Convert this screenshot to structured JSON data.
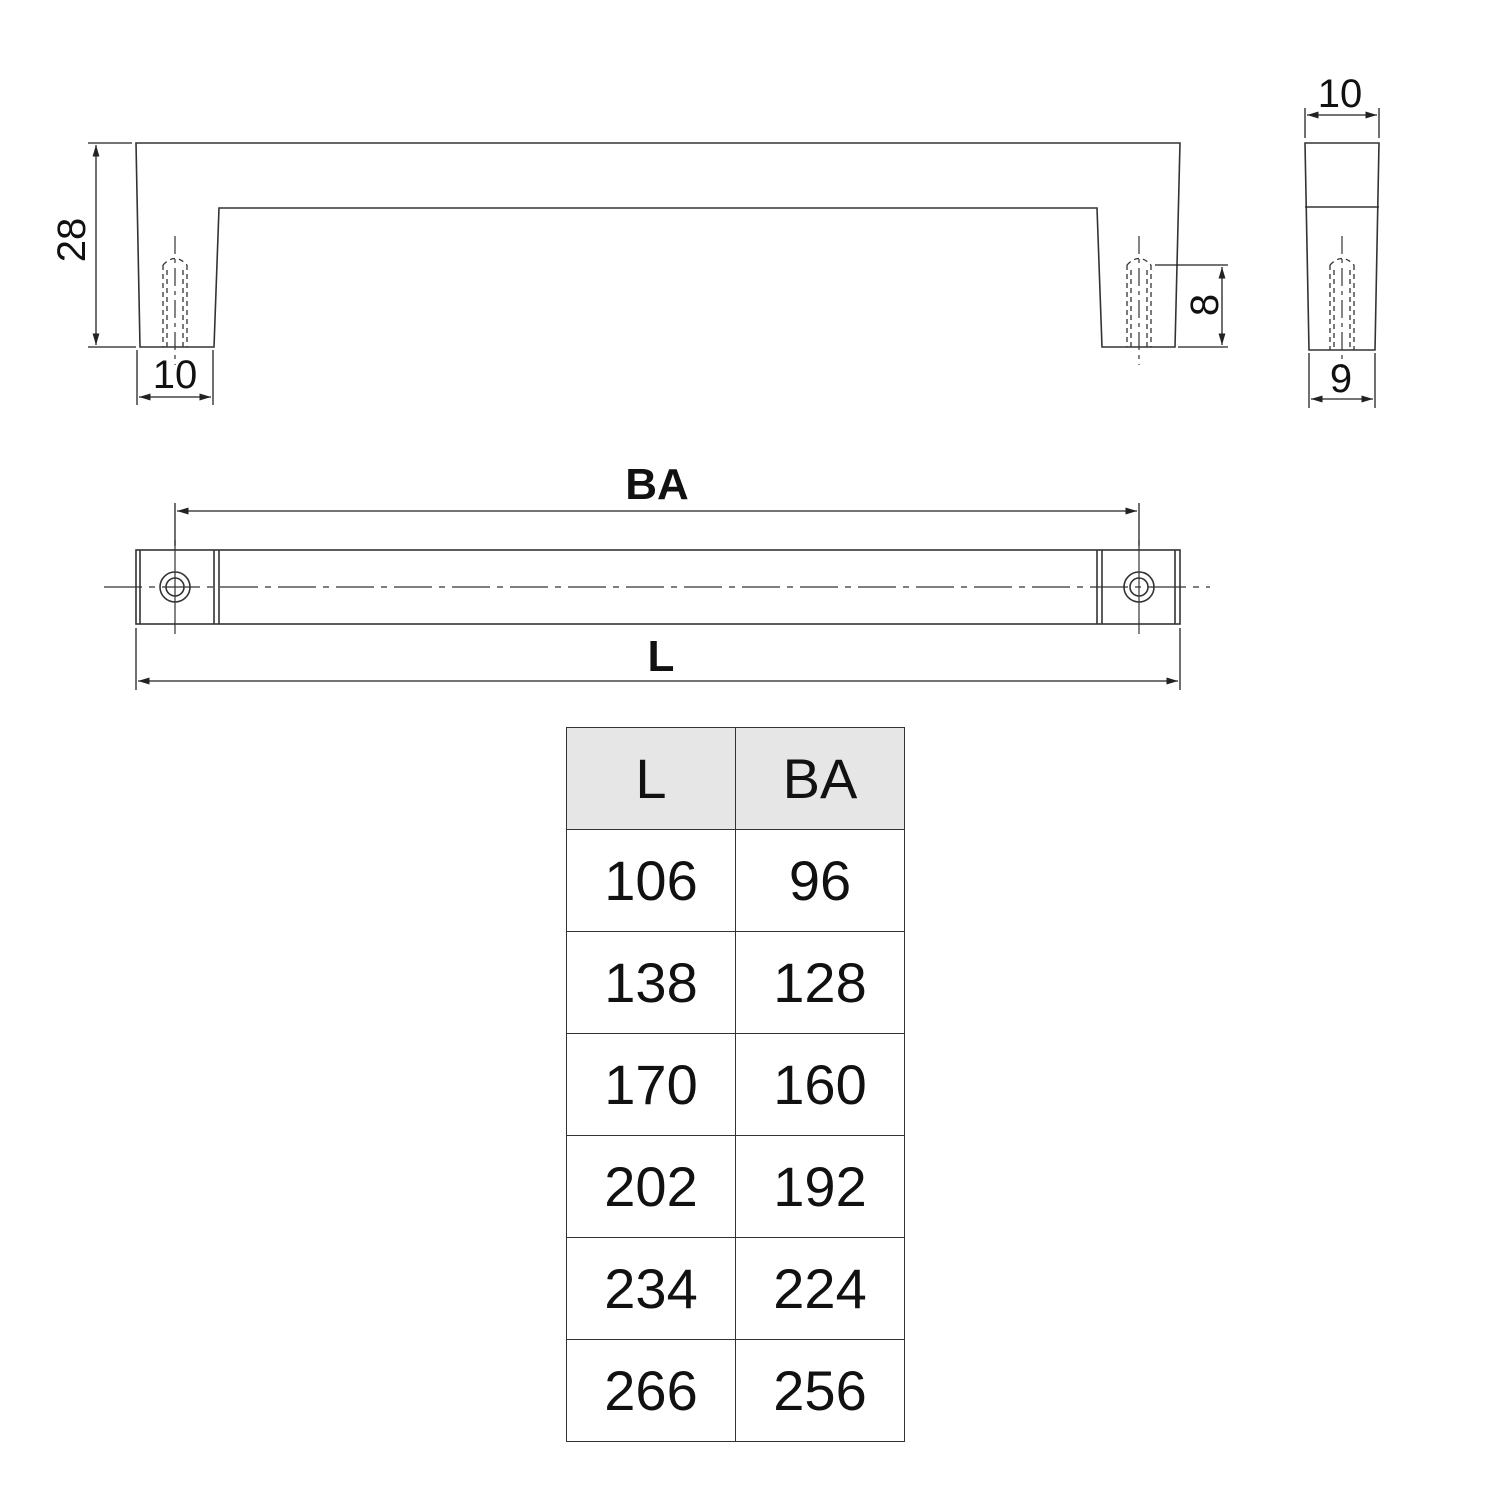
{
  "labels": {
    "height_28": "28",
    "foot_width_10": "10",
    "thread_depth_8": "8",
    "side_top_10": "10",
    "side_bottom_9": "9",
    "ba": "BA",
    "l": "L"
  },
  "table": {
    "headers": [
      "L",
      "BA"
    ],
    "rows": [
      [
        "106",
        "96"
      ],
      [
        "138",
        "128"
      ],
      [
        "170",
        "160"
      ],
      [
        "202",
        "192"
      ],
      [
        "234",
        "224"
      ],
      [
        "266",
        "256"
      ]
    ]
  }
}
